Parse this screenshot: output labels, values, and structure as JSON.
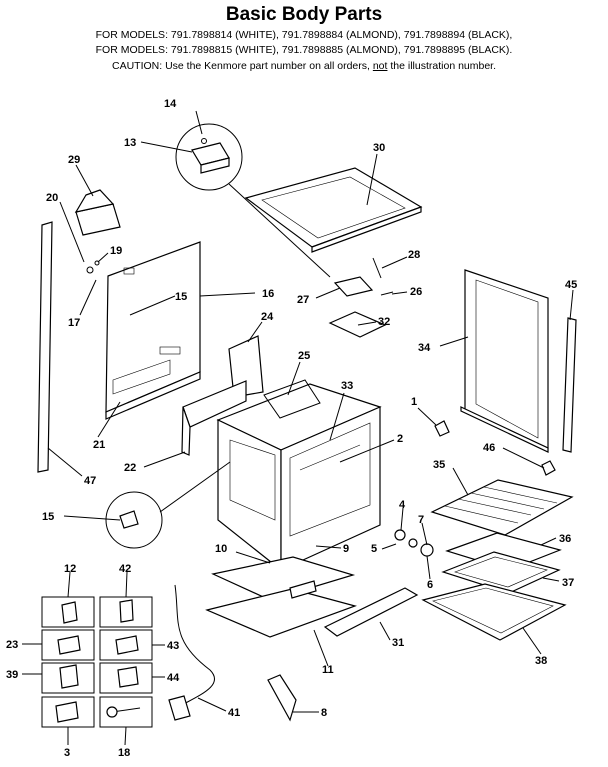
{
  "title": "Basic Body Parts",
  "models_line_1": "FOR MODELS:  791.7898814 (WHITE), 791.7898884 (ALMOND), 791.7898894 (BLACK),",
  "models_line_2": "FOR MODELS: 791.7898815 (WHITE), 791.7898885 (ALMOND), 791.7898895 (BLACK).",
  "caution": {
    "prefix": "CAUTION:  Use the Kenmore part number on all orders, ",
    "emphasis": "not",
    "suffix": " the illustration number."
  },
  "labels": {
    "p14": "14",
    "p13": "13",
    "p29": "29",
    "p30": "30",
    "p20": "20",
    "p19": "19",
    "p17": "17",
    "p15a": "15",
    "p16": "16",
    "p28": "28",
    "p27": "27",
    "p26": "26",
    "p45": "45",
    "p24": "24",
    "p32": "32",
    "p34": "34",
    "p25": "25",
    "p33": "33",
    "p1": "1",
    "p21": "21",
    "p2": "2",
    "p22": "22",
    "p46": "46",
    "p47": "47",
    "p35": "35",
    "p15b": "15",
    "p4": "4",
    "p7": "7",
    "p36": "36",
    "p10": "10",
    "p9": "9",
    "p5": "5",
    "p6": "6",
    "p37": "37",
    "p12": "12",
    "p42": "42",
    "p23": "23",
    "p43": "43",
    "p31": "31",
    "p11": "11",
    "p39": "39",
    "p44": "44",
    "p38": "38",
    "p41": "41",
    "p8": "8",
    "p3": "3",
    "p18": "18"
  }
}
